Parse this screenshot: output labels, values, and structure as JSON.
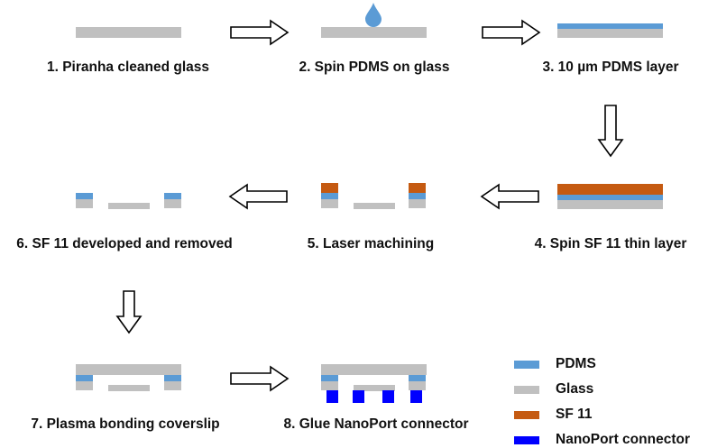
{
  "colors": {
    "pdms": "#5b9bd5",
    "glass": "#c0c0c0",
    "sf11": "#c55a11",
    "nanoport": "#0000ff",
    "arrow_stroke": "#000000"
  },
  "steps": [
    {
      "label": "1. Piranha cleaned glass"
    },
    {
      "label": "2. Spin PDMS on glass"
    },
    {
      "label": "3. 10 µm PDMS layer"
    },
    {
      "label": "4. Spin SF 11 thin layer"
    },
    {
      "label": "5. Laser machining"
    },
    {
      "label": "6. SF 11 developed and removed"
    },
    {
      "label": "7. Plasma bonding coverslip"
    },
    {
      "label": "8. Glue NanoPort connector"
    }
  ],
  "legend": [
    {
      "label": "PDMS",
      "color_key": "pdms"
    },
    {
      "label": "Glass",
      "color_key": "glass"
    },
    {
      "label": "SF 11",
      "color_key": "sf11"
    },
    {
      "label": "NanoPort connector",
      "color_key": "nanoport"
    }
  ]
}
